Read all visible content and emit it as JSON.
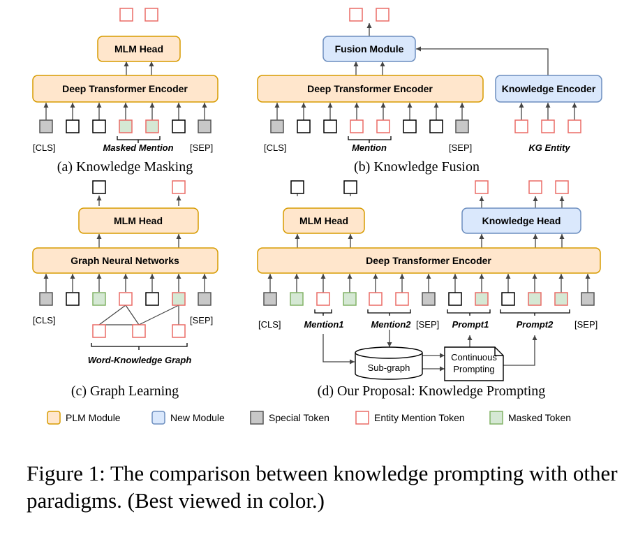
{
  "colors": {
    "plm_fill": "#ffe6cc",
    "plm_stroke": "#d79b00",
    "new_fill": "#dae8fc",
    "new_stroke": "#6c8ebf",
    "special_fill": "#c8c8c8",
    "special_stroke": "#555555",
    "entity_stroke": "#ea6b66",
    "masked_fill": "#d5e8d4",
    "masked_stroke": "#82b366"
  },
  "panel_a": {
    "mlm_head": "MLM Head",
    "encoder": "Deep Transformer Encoder",
    "cls": "[CLS]",
    "group": "Masked Mention",
    "sep": "[SEP]",
    "caption": "(a) Knowledge Masking"
  },
  "panel_b": {
    "fusion": "Fusion Module",
    "encoder": "Deep Transformer Encoder",
    "kg_encoder": "Knowledge Encoder",
    "cls": "[CLS]",
    "group": "Mention",
    "sep": "[SEP]",
    "kg_group": "KG Entity",
    "caption": "(b) Knowledge Fusion"
  },
  "panel_c": {
    "mlm_head": "MLM Head",
    "gnn": "Graph Neural Networks",
    "cls": "[CLS]",
    "sep": "[SEP]",
    "group": "Word-Knowledge Graph",
    "caption": "(c) Graph Learning"
  },
  "panel_d": {
    "mlm_head": "MLM Head",
    "knowledge_head": "Knowledge Head",
    "encoder": "Deep Transformer Encoder",
    "cls": "[CLS]",
    "mention1": "Mention1",
    "mention2": "Mention2",
    "sep_mid": "[SEP]",
    "prompt1": "Prompt1",
    "prompt2": "Prompt2",
    "sep_end": "[SEP]",
    "subgraph": "Sub-graph",
    "continuous_line1": "Continuous",
    "continuous_line2": "Prompting",
    "caption": "(d) Our Proposal: Knowledge Prompting"
  },
  "legend": {
    "plm": "PLM Module",
    "new": "New Module",
    "special": "Special Token",
    "entity": "Entity Mention Token",
    "masked": "Masked Token"
  },
  "figure_caption": "Figure 1: The comparison between knowledge prompting with other paradigms. (Best viewed in color.)"
}
